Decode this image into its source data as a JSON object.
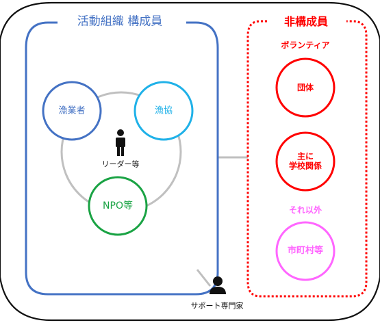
{
  "members": {
    "title": "活動組織  構成員",
    "nodes": {
      "fishermen": "漁業者",
      "coop": "漁協",
      "npo": "NPO等"
    },
    "leader_label": "リーダー等",
    "leader_icon": "person-icon"
  },
  "non_members": {
    "title": "非構成員",
    "volunteer_label": "ボランティア",
    "group": "団体",
    "school": [
      "主に",
      "学校関係"
    ],
    "others_label": "それ以外",
    "municipality": "市町村等"
  },
  "support": {
    "label": "サポート専門家",
    "icon": "person-icon"
  },
  "colors": {
    "blue": "#4472c4",
    "cyan": "#1fb1e8",
    "green": "#1aa344",
    "red": "#ff0000",
    "pink": "#ff66ff",
    "gray": "#c0c0c0",
    "outline": "#111111"
  }
}
